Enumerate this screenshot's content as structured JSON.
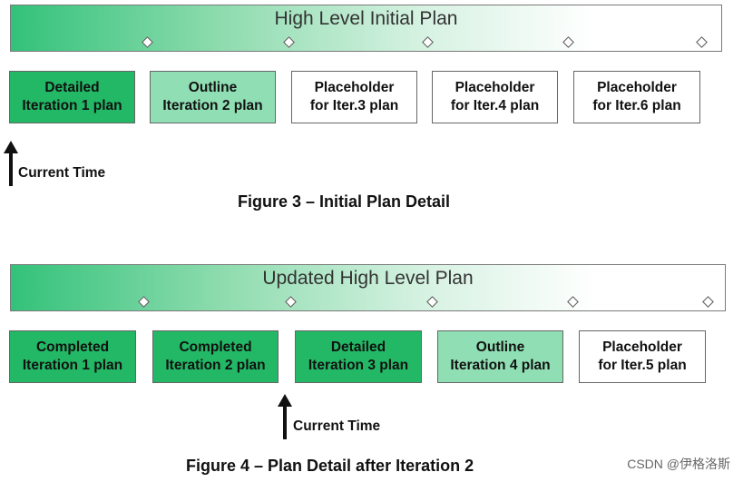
{
  "figure3": {
    "band_title": "High Level Initial Plan",
    "boxes": [
      {
        "text": "Detailed\nIteration 1 plan",
        "fill": "#22b865"
      },
      {
        "text": "Outline\nIteration 2 plan",
        "fill": "#90dfb4"
      },
      {
        "text": "Placeholder\nfor Iter.3 plan",
        "fill": "#ffffff"
      },
      {
        "text": "Placeholder\nfor Iter.4 plan",
        "fill": "#ffffff"
      },
      {
        "text": "Placeholder\nfor Iter.6 plan",
        "fill": "#ffffff"
      }
    ],
    "current_time_label": "Current Time",
    "caption": "Figure 3 – Initial Plan Detail"
  },
  "figure4": {
    "band_title": "Updated High Level Plan",
    "boxes": [
      {
        "text": "Completed\nIteration 1 plan",
        "fill": "#22b865"
      },
      {
        "text": "Completed\nIteration 2 plan",
        "fill": "#22b865"
      },
      {
        "text": "Detailed\nIteration 3 plan",
        "fill": "#22b865"
      },
      {
        "text": "Outline\nIteration 4 plan",
        "fill": "#90dfb4"
      },
      {
        "text": "Placeholder\nfor Iter.5 plan",
        "fill": "#ffffff"
      }
    ],
    "current_time_label": "Current Time",
    "caption": "Figure 4 – Plan Detail after Iteration 2"
  },
  "watermark": "CSDN @伊格洛斯",
  "colors": {
    "dark_green": "#22b865",
    "light_green": "#90dfb4",
    "white": "#ffffff"
  }
}
